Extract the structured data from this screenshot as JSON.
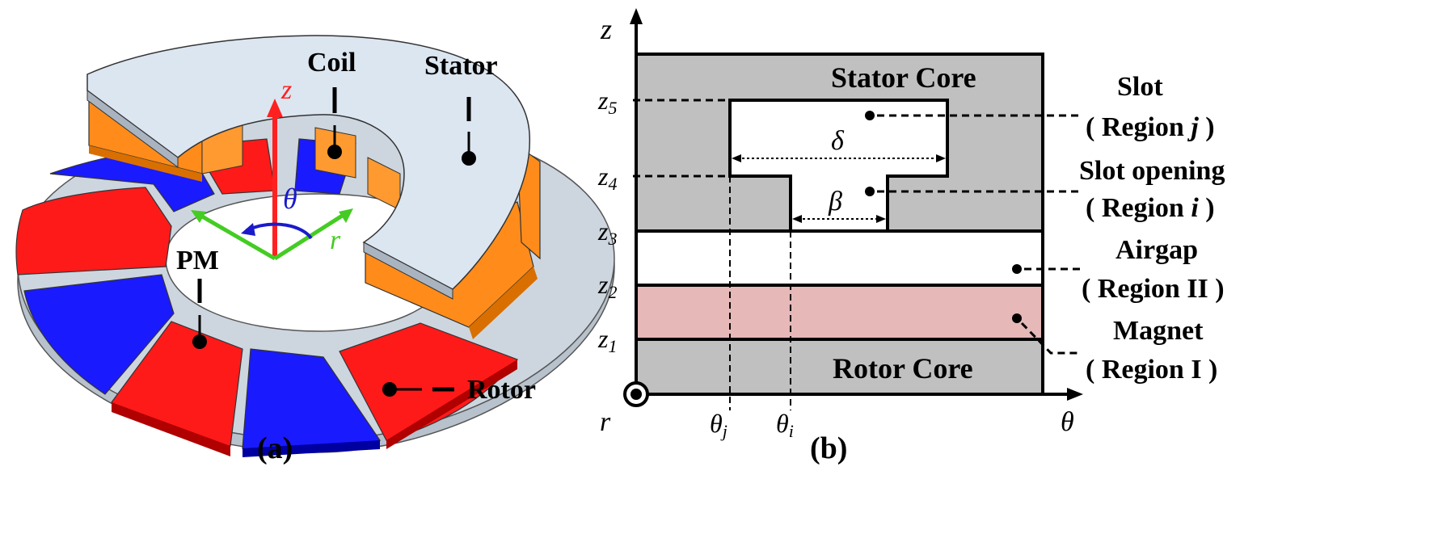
{
  "panel_a": {
    "caption": "(a)",
    "labels": {
      "coil": "Coil",
      "stator": "Stator",
      "pm": "PM",
      "rotor": "Rotor"
    },
    "axes": {
      "z": "z",
      "theta": "θ",
      "r": "r"
    },
    "colors": {
      "stator": "#dce6f1",
      "stator_side": "#aab4c0",
      "coil": "#ff8c1a",
      "coil_dark": "#d96f00",
      "magnet_red": "#ff1a1a",
      "magnet_blue": "#1a1aff",
      "rotor_back": "#c8d2dc",
      "z_axis": "#ff2020",
      "theta_axis": "#1a1acc",
      "r_axis": "#44cc22"
    }
  },
  "panel_b": {
    "caption": "(b)",
    "axis": {
      "z": "z",
      "r": "r",
      "theta": "θ"
    },
    "z_ticks": [
      {
        "sym": "z",
        "sub": "5"
      },
      {
        "sym": "z",
        "sub": "4"
      },
      {
        "sym": "z",
        "sub": "3"
      },
      {
        "sym": "z",
        "sub": "2"
      },
      {
        "sym": "z",
        "sub": "1"
      }
    ],
    "theta_ticks": [
      {
        "sym": "θ",
        "sub": "j"
      },
      {
        "sym": "θ",
        "sub": "i"
      }
    ],
    "regions": {
      "stator_core": "Stator Core",
      "rotor_core": "Rotor Core",
      "delta": "δ",
      "beta": "β"
    },
    "legend": {
      "slot_title": "Slot",
      "slot_region_pre": "( Region ",
      "slot_region_var": "j",
      "slot_region_post": " )",
      "opening_title": "Slot opening",
      "opening_region_pre": "( Region ",
      "opening_region_var": "i",
      "opening_region_post": " )",
      "airgap_title": "Airgap",
      "airgap_region": "( Region II )",
      "magnet_title": "Magnet",
      "magnet_region": "( Region I )"
    },
    "colors": {
      "core": "#c0c0c0",
      "magnet": "#e6b8b8",
      "air": "#ffffff"
    }
  }
}
